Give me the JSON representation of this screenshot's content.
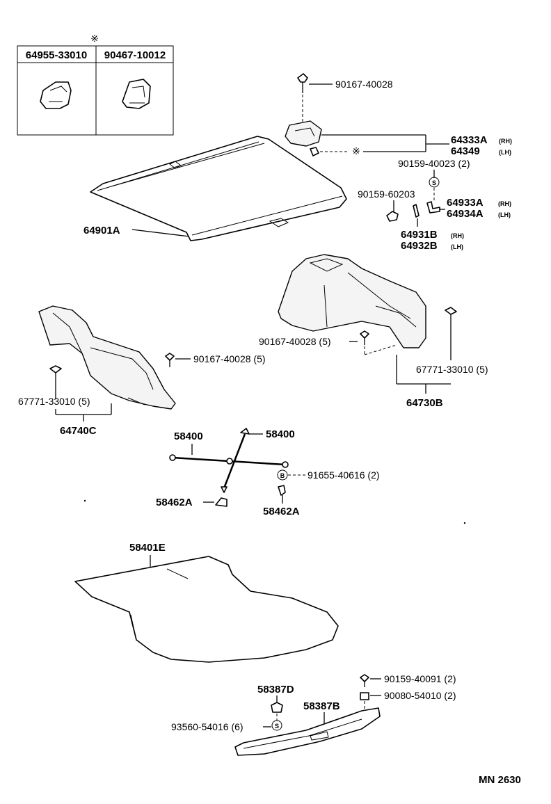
{
  "legend_box": {
    "mark": "※",
    "col1_header": "64955-33010",
    "col2_header": "90467-10012"
  },
  "labels": {
    "bolt_top": "90167-40028",
    "trim_rh": "64333A",
    "trim_rh_side": "(RH)",
    "trim_lh": "64349",
    "trim_lh_side": "(LH)",
    "clip_90159_40023": "90159-40023  (2)",
    "clip_90159_60203": "90159-60203",
    "hook_rh": "64933A",
    "hook_rh_side": "(RH)",
    "hook_lh": "64934A",
    "hook_lh_side": "(LH)",
    "bracket_rh": "64931B",
    "bracket_rh_side": "(RH)",
    "bracket_lh": "64932B",
    "bracket_lh_side": "(LH)",
    "tonneau_cover": "64901A",
    "screw_right": "90167-40028  (5)",
    "screw_left": "90167-40028  (5)",
    "clip_right": "67771-33010  (5)",
    "clip_left": "67771-33010  (5)",
    "trim_right": "64730B",
    "trim_left": "64740C",
    "strut_left": "58400",
    "strut_right": "58400",
    "clip_91655": "91655-40616  (2)",
    "holder_left": "58462A",
    "holder_right": "58462A",
    "mat": "58401E",
    "clip_58387d": "58387D",
    "plate_58387b": "58387B",
    "screw_90159_40091": "90159-40091  (2)",
    "nut_90080": "90080-54010  (2)",
    "clip_93560": "93560-54016  (6)",
    "diagram_code": "MN 2630",
    "symbol_s": "S",
    "symbol_b": "B",
    "symbol_mark": "※"
  }
}
